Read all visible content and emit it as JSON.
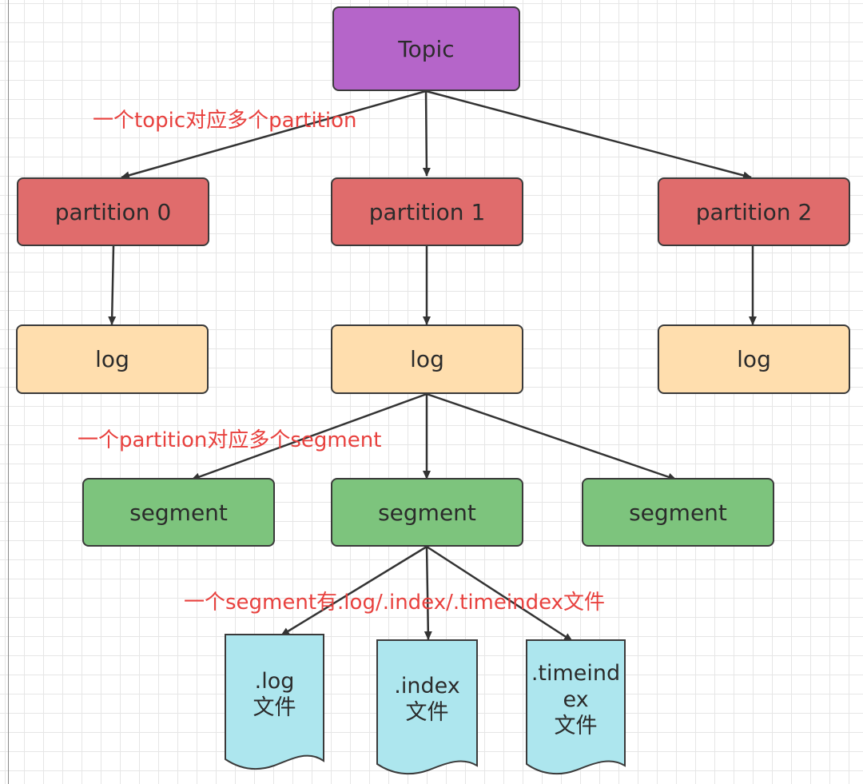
{
  "nodes": {
    "topic": "Topic",
    "partition0": "partition 0",
    "partition1": "partition 1",
    "partition2": "partition 2",
    "log0": "log",
    "log1": "log",
    "log2": "log",
    "segment0": "segment",
    "segment1": "segment",
    "segment2": "segment"
  },
  "files": {
    "log_file": [
      ".log",
      "文件"
    ],
    "index_file": [
      ".index",
      "文件"
    ],
    "timeindex_file": [
      ".timeind",
      "ex",
      "文件"
    ]
  },
  "annotations": {
    "topic_partition": "一个topic对应多个partition",
    "partition_segment": "一个partition对应多个segment",
    "segment_files": "一个segment有.log/.index/.timeindex文件"
  },
  "colors": {
    "topic": "#b565c9",
    "partition": "#e06c6c",
    "log": "#ffdeae",
    "segment": "#7dc47d",
    "file": "#ade6ee",
    "annotation": "#e8413e"
  }
}
